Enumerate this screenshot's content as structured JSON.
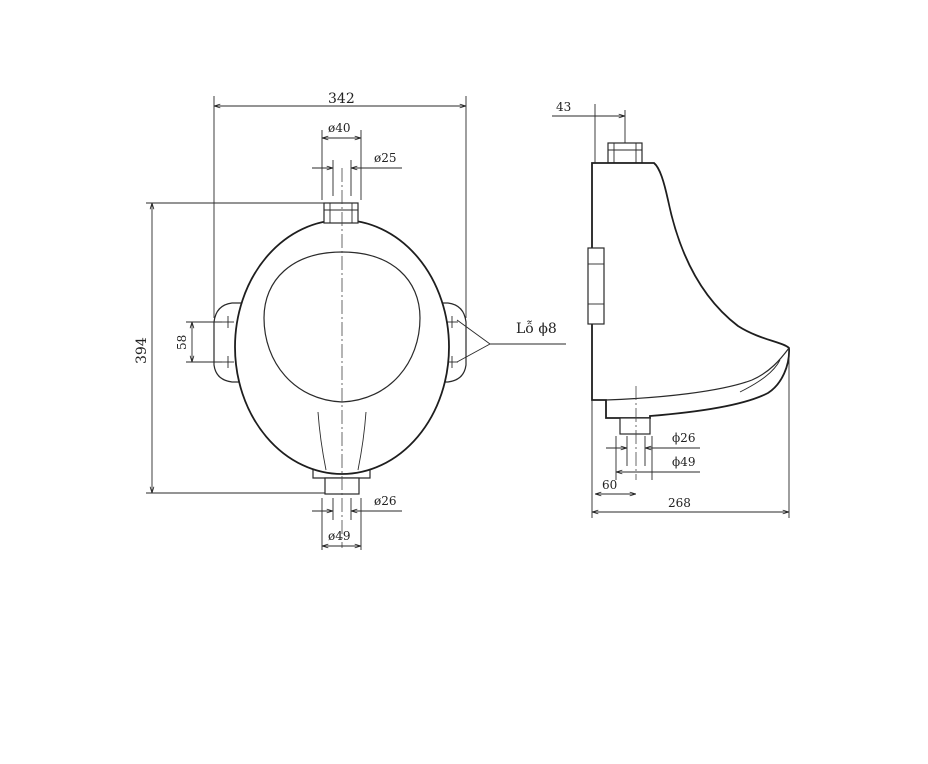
{
  "front_view": {
    "width": "342",
    "height": "394",
    "top_outer": "ø40",
    "top_inner": "ø25",
    "bracket_spacing": "58",
    "bottom_inner": "ø26",
    "bottom_outer": "ø49"
  },
  "callout": {
    "hole": "Lỗ ϕ8"
  },
  "side_view": {
    "top_offset": "43",
    "outlet_inner": "ϕ26",
    "outlet_outer": "ϕ49",
    "outlet_offset": "60",
    "depth": "268"
  }
}
